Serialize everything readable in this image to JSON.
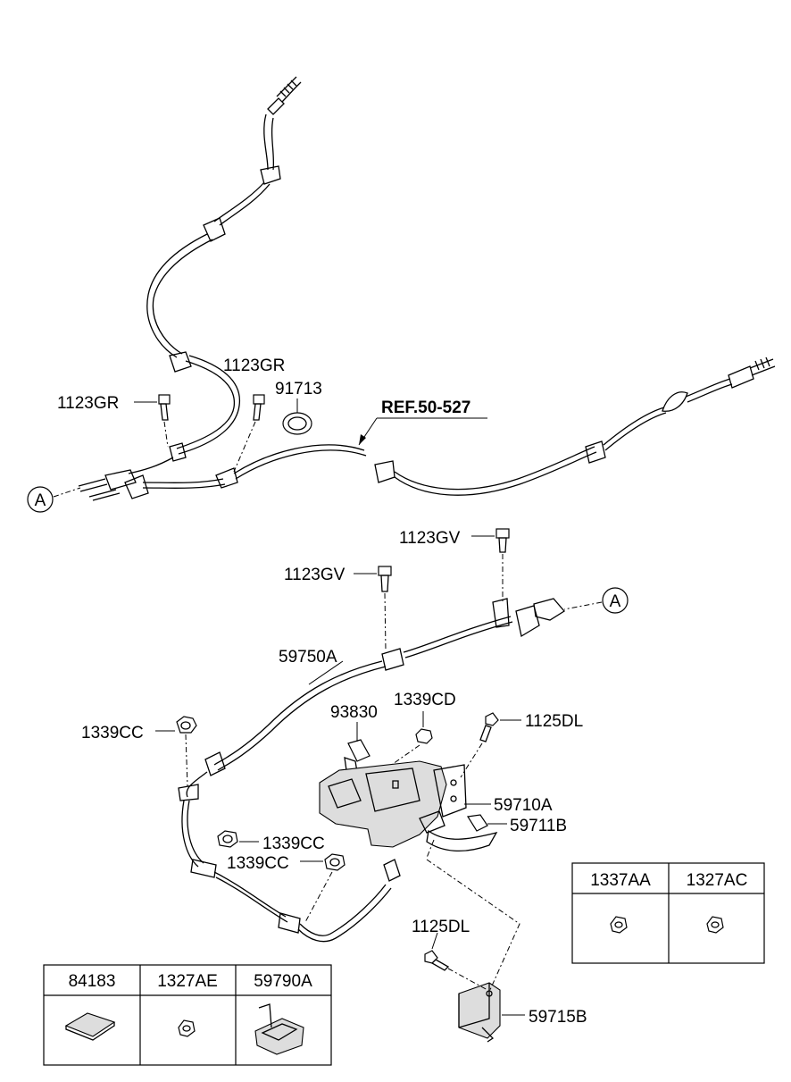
{
  "labels": {
    "upper_left_bolt": "1123GR",
    "upper_mid_bolt": "1123GR",
    "grommet": "91713",
    "reference": "REF.50-527",
    "marker_a_left": "A",
    "marker_a_right": "A",
    "bolt_gv_right": "1123GV",
    "bolt_gv_left": "1123GV",
    "front_cable": "59750A",
    "nut_cc_top": "1339CC",
    "clip": "93830",
    "nut_cd": "1339CD",
    "bolt_dl_top": "1125DL",
    "lever_assy": "59710A",
    "lever_pin": "59711B",
    "nut_cc_mid1": "1339CC",
    "nut_cc_mid2": "1339CC",
    "bolt_dl_bottom": "1125DL",
    "bracket": "59715B"
  },
  "table_right": {
    "headers": [
      "1337AA",
      "1327AC"
    ]
  },
  "table_bottom": {
    "headers": [
      "84183",
      "1327AE",
      "59790A"
    ]
  }
}
